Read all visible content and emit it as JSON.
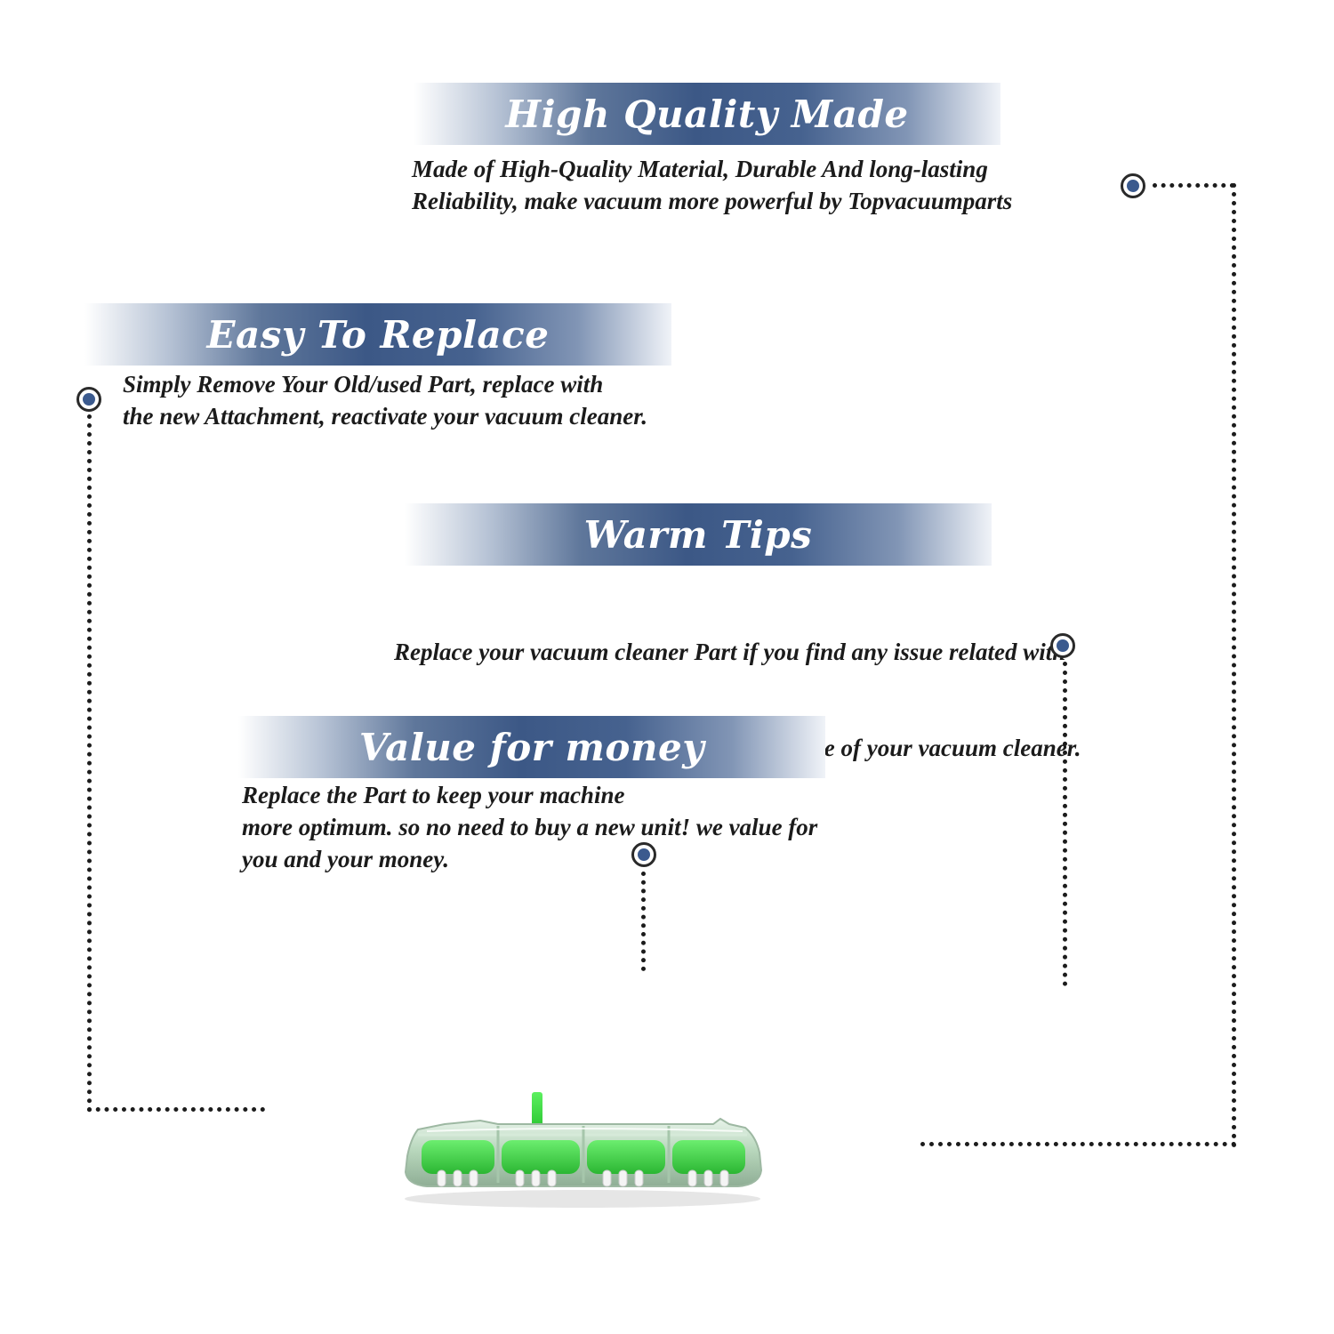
{
  "features": [
    {
      "title": "High Quality Made",
      "lines": [
        "Made of  High-Quality Material, Durable And long-lasting",
        "Reliability, make vacuum more powerful by Topvacuumparts"
      ]
    },
    {
      "title": "Easy To Replace",
      "lines": [
        "Simply Remove Your Old/used Part, replace with",
        "the new Attachment, reactivate your vacuum cleaner."
      ]
    },
    {
      "title": "Warm Tips",
      "lines": [
        "Replace your vacuum cleaner Part if you find any issue related with",
        " attachment to ensure optimum performance of your vacuum cleaner."
      ]
    },
    {
      "title": "Value for money",
      "lines": [
        "Replace the Part to keep your machine",
        "more optimum. so no need to buy a new unit! we value for",
        "you and your money."
      ]
    }
  ],
  "colors": {
    "banner_blue": "#3c5886",
    "marker_blue": "#3b5a8e",
    "product_green": "#22d12c"
  },
  "icons": [
    "target-marker-icon",
    "brush-roll-attachment-image"
  ]
}
